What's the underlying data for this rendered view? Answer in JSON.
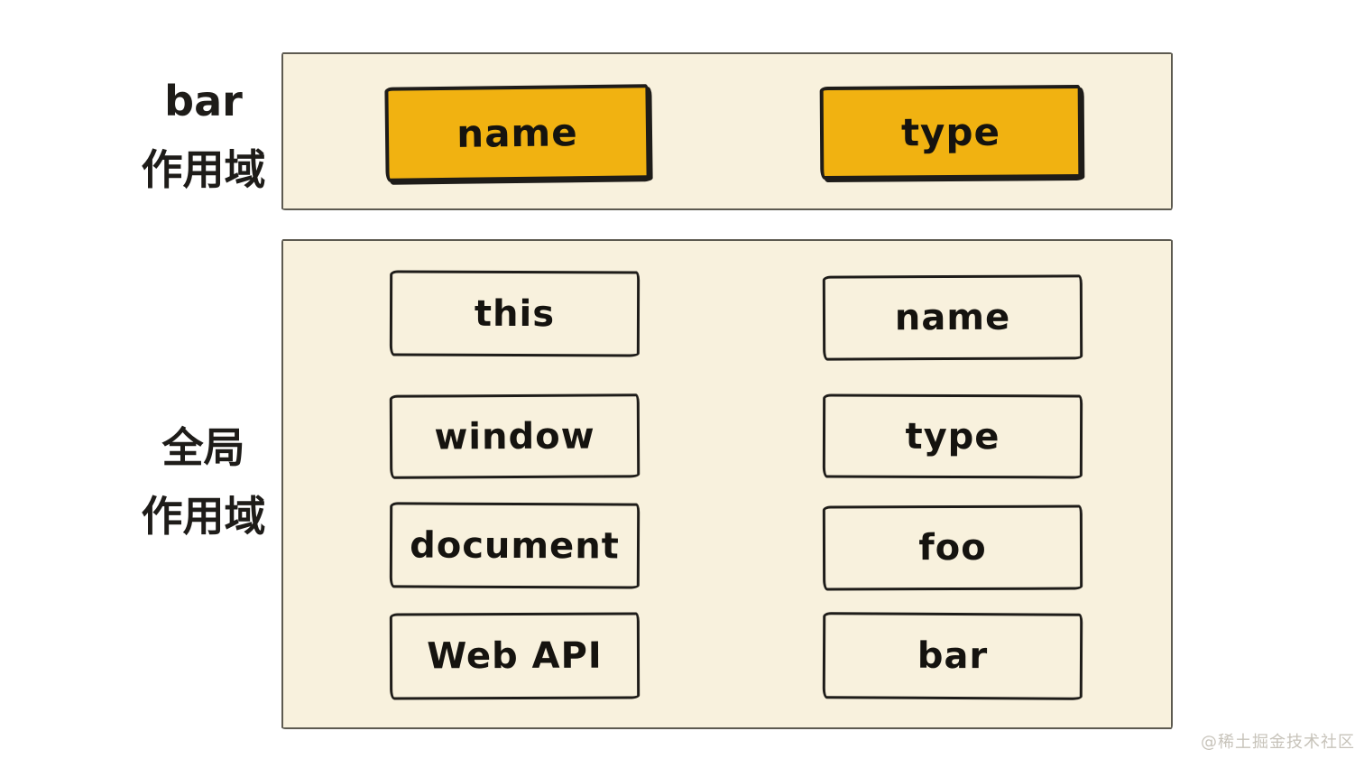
{
  "labels": {
    "bar_scope": {
      "line1": "bar",
      "line2": "作用域"
    },
    "global_scope": {
      "line1": "全局",
      "line2": "作用域"
    }
  },
  "bar_scope_panel": {
    "boxes": [
      {
        "label": "name"
      },
      {
        "label": "type"
      }
    ]
  },
  "global_scope_panel": {
    "left_column": [
      {
        "label": "this"
      },
      {
        "label": "window"
      },
      {
        "label": "document"
      },
      {
        "label": "Web API"
      }
    ],
    "right_column": [
      {
        "label": "name"
      },
      {
        "label": "type"
      },
      {
        "label": "foo"
      },
      {
        "label": "bar"
      }
    ]
  },
  "watermark": "@稀土掘金技术社区",
  "colors": {
    "page_background": "#ffffff",
    "panel_background": "#f8f1dd",
    "highlight_yellow": "#f1b211",
    "box_border_black": "#1e1c19",
    "panel_border_gray": "#5d5a50",
    "text_black": "#15130f",
    "watermark_gray": "#c7c3ba"
  }
}
